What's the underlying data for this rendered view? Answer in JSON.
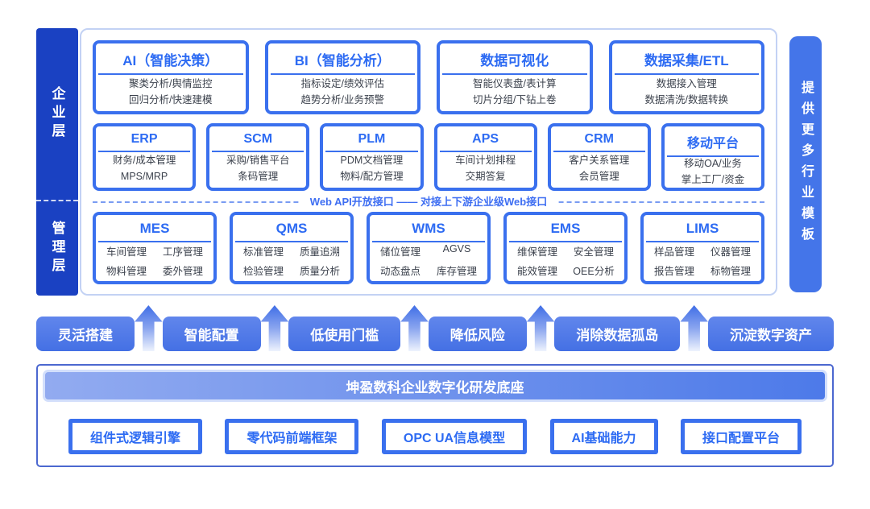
{
  "colors": {
    "deep_blue_bar": "#1a41c2",
    "box_border_blue": "#3a70ee",
    "title_blue": "#2d6bf3",
    "right_bar_blue": "#4475e9",
    "pill_blue": "#4470e4",
    "banner_gradient_start": "#92abf0",
    "banner_gradient_end": "#4d7ae9",
    "dashed_line_blue": "#7a9cf2",
    "body_text": "#3c424d"
  },
  "left_bar": {
    "top_label": "企业层",
    "bottom_label": "管理层"
  },
  "right_bar": {
    "label": "提供更多行业模板"
  },
  "enterprise_row1": [
    {
      "title": "AI（智能决策）",
      "lines": [
        "聚类分析/舆情监控",
        "回归分析/快速建模"
      ]
    },
    {
      "title": "BI（智能分析）",
      "lines": [
        "指标设定/绩效评估",
        "趋势分析/业务预警"
      ]
    },
    {
      "title": "数据可视化",
      "lines": [
        "智能仪表盘/表计算",
        "切片分组/下钻上卷"
      ]
    },
    {
      "title": "数据采集/ETL",
      "lines": [
        "数据接入管理",
        "数据清洗/数据转换"
      ]
    }
  ],
  "enterprise_row2": [
    {
      "title": "ERP",
      "lines": [
        "财务/成本管理",
        "MPS/MRP"
      ]
    },
    {
      "title": "SCM",
      "lines": [
        "采购/销售平台",
        "条码管理"
      ]
    },
    {
      "title": "PLM",
      "lines": [
        "PDM文档管理",
        "物料/配方管理"
      ]
    },
    {
      "title": "APS",
      "lines": [
        "车间计划排程",
        "交期答复"
      ]
    },
    {
      "title": "CRM",
      "lines": [
        "客户关系管理",
        "会员管理"
      ]
    },
    {
      "title": "移动平台",
      "lines": [
        "移动OA/业务",
        "掌上工厂/资金"
      ]
    }
  ],
  "api_divider": {
    "label": "Web API开放接口 —— 对接上下游企业级Web接口"
  },
  "management_row": [
    {
      "title": "MES",
      "cells": [
        "车间管理",
        "工序管理",
        "物料管理",
        "委外管理"
      ]
    },
    {
      "title": "QMS",
      "cells": [
        "标准管理",
        "质量追溯",
        "检验管理",
        "质量分析"
      ]
    },
    {
      "title": "WMS",
      "cells": [
        "储位管理",
        "AGVS",
        "动态盘点",
        "库存管理"
      ]
    },
    {
      "title": "EMS",
      "cells": [
        "维保管理",
        "安全管理",
        "能效管理",
        "OEE分析"
      ]
    },
    {
      "title": "LIMS",
      "cells": [
        "样品管理",
        "仪器管理",
        "报告管理",
        "标物管理"
      ]
    }
  ],
  "benefits": [
    {
      "label": "灵活搭建"
    },
    {
      "label": "智能配置"
    },
    {
      "label": "低使用门槛"
    },
    {
      "label": "降低风险"
    },
    {
      "label": "消除数据孤岛"
    },
    {
      "label": "沉淀数字资产"
    }
  ],
  "foundation": {
    "banner": "坤盈数科企业数字化研发底座",
    "items": [
      {
        "label": "组件式逻辑引擎"
      },
      {
        "label": "零代码前端框架"
      },
      {
        "label": "OPC UA信息模型"
      },
      {
        "label": "AI基础能力"
      },
      {
        "label": "接口配置平台"
      }
    ]
  }
}
